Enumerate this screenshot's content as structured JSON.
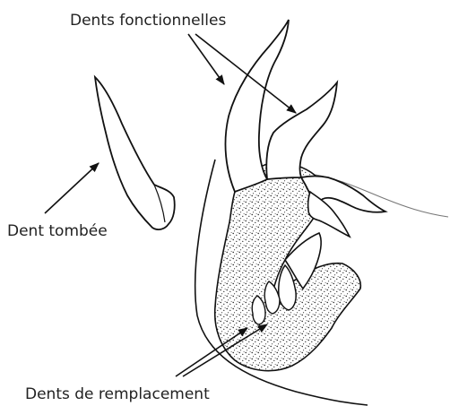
{
  "labels": {
    "functional_teeth": "Dents fonctionnelles",
    "fallen_tooth": "Dent tombée",
    "replacement_teeth": "Dents de remplacement"
  },
  "colors": {
    "ink": "#111111",
    "text": "#222222",
    "background": "#ffffff"
  }
}
